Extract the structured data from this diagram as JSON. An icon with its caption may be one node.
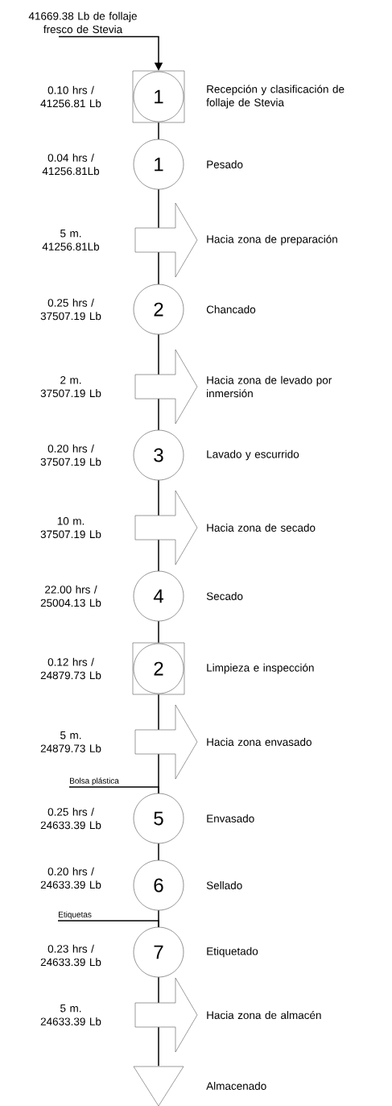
{
  "diagram": {
    "nodes": [
      {
        "text": [
          "41669.38 Lb de follaje fresco de Stevia"
        ]
      },
      {
        "text": [],
        "shape": "box"
      },
      {
        "text": [
          "1"
        ],
        "in": 1,
        "beside": [
          "0.10 hrs / 41256.81 Lb",
          "Recepción y clasificación de follaje de Stevia"
        ]
      },
      {
        "text": [
          "1"
        ],
        "beside": [
          "0.04 hrs / 41256.81Lb",
          "Pesado"
        ]
      },
      {
        "text": [],
        "shape": "arrow",
        "beside": [
          "5 m. 41256.81Lb",
          "Hacia zona de preparación"
        ]
      },
      {
        "text": [
          "2"
        ],
        "beside": [
          "0.25 hrs / 37507.19 Lb",
          "Chancado"
        ]
      },
      {
        "text": [],
        "shape": "arrow",
        "beside": [
          "2 m. 37507.19 Lb",
          "Hacia zona de levado por inmersión"
        ]
      },
      {
        "text": [
          "3"
        ],
        "beside": [
          "0.20 hrs / 37507.19 Lb",
          "Lavado y escurrido"
        ]
      },
      {
        "text": [],
        "shape": "arrow",
        "beside": [
          "10 m. 37507.19 Lb",
          "Hacia zona de secado"
        ]
      },
      {
        "text": [
          "4"
        ],
        "beside": [
          "22.00 hrs / 25004.13 Lb",
          "Secado"
        ]
      },
      {
        "text": [],
        "shape": "box"
      },
      {
        "text": [
          "2"
        ],
        "in": 10,
        "beside": [
          "0.12 hrs / 24879.73 Lb",
          "Limpieza e inspección"
        ]
      },
      {
        "text": [],
        "shape": "arrow",
        "beside": [
          "5 m. 24879.73 Lb",
          "Hacia zona envasado"
        ]
      },
      {
        "text": [
          "Bolsa plástica"
        ]
      },
      {
        "text": [
          "5"
        ],
        "beside": [
          "0.25 hrs / 24633.39 Lb",
          "Envasado"
        ]
      },
      {
        "text": [
          "6"
        ],
        "beside": [
          "0.20 hrs / 24633.39 Lb",
          "Sellado"
        ]
      },
      {
        "text": [
          "Etiquetas"
        ]
      },
      {
        "text": [
          "7"
        ],
        "beside": [
          "0.23 hrs / 24633.39 Lb",
          "Etiquetado"
        ]
      },
      {
        "text": [],
        "shape": "arrow",
        "beside": [
          "5 m. 24633.39 Lb",
          "Hacia zona de almacén"
        ]
      },
      {
        "text": [],
        "shape": "triangle",
        "beside": [
          "Almacenado"
        ]
      }
    ],
    "edges": [
      {
        "from": 0,
        "to": 1,
        "arrow": "to"
      },
      {
        "from": 1,
        "to": 3,
        "arrow": "none"
      },
      {
        "from": 3,
        "to": 4,
        "arrow": "none"
      },
      {
        "from": 4,
        "to": 5,
        "arrow": "none"
      },
      {
        "from": 5,
        "to": 6,
        "arrow": "none"
      },
      {
        "from": 6,
        "to": 7,
        "arrow": "none"
      },
      {
        "from": 7,
        "to": 8,
        "arrow": "none"
      },
      {
        "from": 8,
        "to": 9,
        "arrow": "none"
      },
      {
        "from": 9,
        "to": 10,
        "arrow": "none"
      },
      {
        "from": 10,
        "to": 12,
        "arrow": "none"
      },
      {
        "from": 12,
        "to": 14,
        "arrow": "none"
      },
      {
        "from": 13,
        "to": 14,
        "arrow": "none"
      },
      {
        "from": 14,
        "to": 15,
        "arrow": "none"
      },
      {
        "from": 15,
        "to": 17,
        "arrow": "none"
      },
      {
        "from": 16,
        "to": 17,
        "arrow": "none"
      },
      {
        "from": 17,
        "to": 18,
        "arrow": "none"
      },
      {
        "from": 18,
        "to": 19,
        "arrow": "none"
      }
    ]
  }
}
